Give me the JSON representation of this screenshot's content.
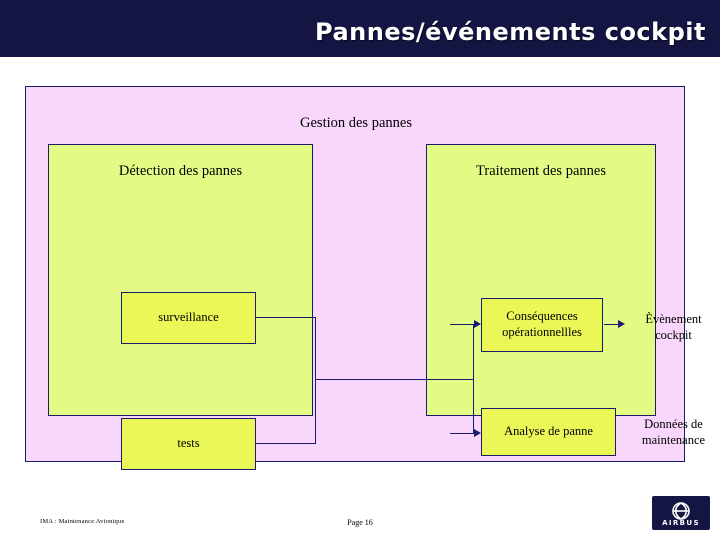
{
  "slide": {
    "title": "Pannes/événements cockpit",
    "panel_title": "Gestion des pannes",
    "groups": [
      {
        "heading": "Détection des pannes"
      },
      {
        "heading": "Traitement des pannes"
      }
    ],
    "boxes": {
      "surveillance": "surveillance",
      "tests": "tests",
      "consequences": "Conséquences opérationnellles",
      "analyse": "Analyse de panne"
    },
    "labels": {
      "evenement": "Èvènement cockpit",
      "donnees": "Données de maintenance"
    }
  },
  "footer": {
    "left": "IMA : Maintenance Avionique",
    "center": "Page 16"
  },
  "logo": {
    "text": "AIRBUS"
  },
  "colors": {
    "title_bar": "#151544",
    "panel": "#f9d6fb",
    "group_box": "#e3fb85",
    "inner_box": "#eaf757",
    "border": "#1a1a6e"
  }
}
